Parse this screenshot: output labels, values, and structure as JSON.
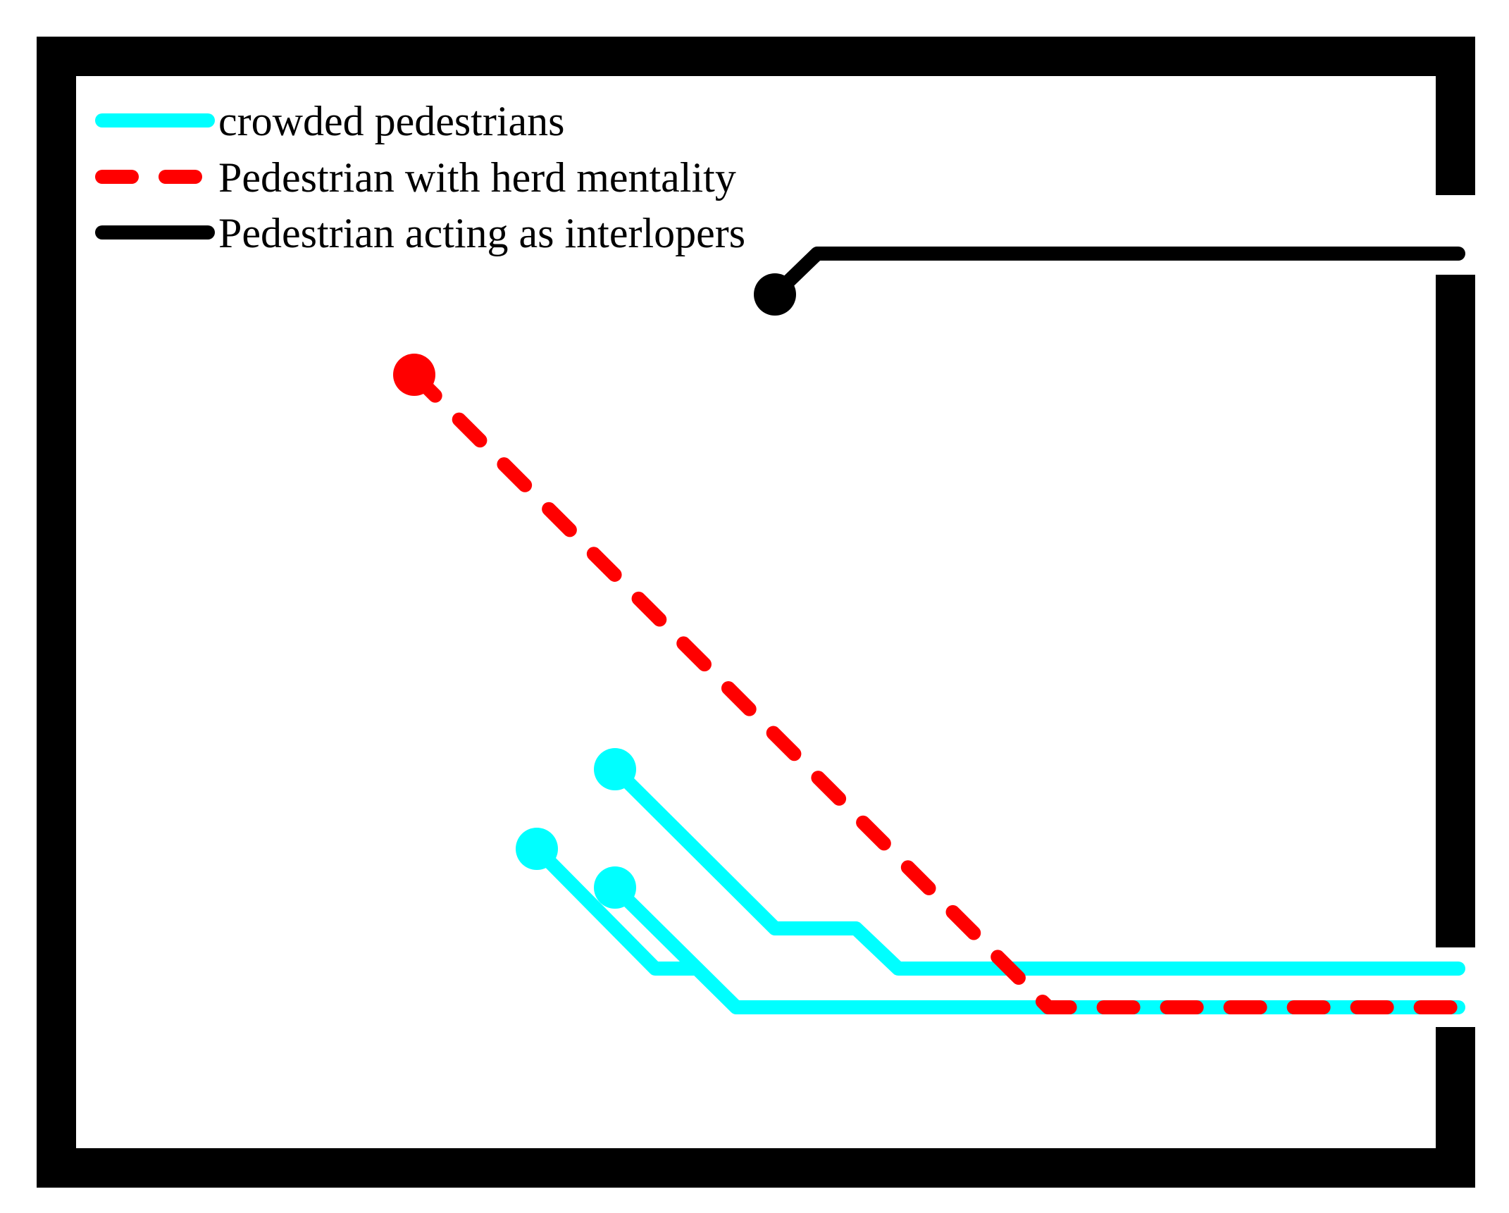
{
  "legend": {
    "items": [
      {
        "label": "crowded pedestrians",
        "color": "#00FFFF",
        "style": "solid"
      },
      {
        "label": "Pedestrian with herd mentality",
        "color": "#FF0000",
        "style": "dashed"
      },
      {
        "label": "Pedestrian acting as interlopers",
        "color": "#000000",
        "style": "solid"
      }
    ]
  },
  "colors": {
    "wall": "#000000",
    "crowd": "#00FFFF",
    "herd": "#FF0000",
    "interloper": "#000000",
    "background": "#FFFFFF"
  }
}
